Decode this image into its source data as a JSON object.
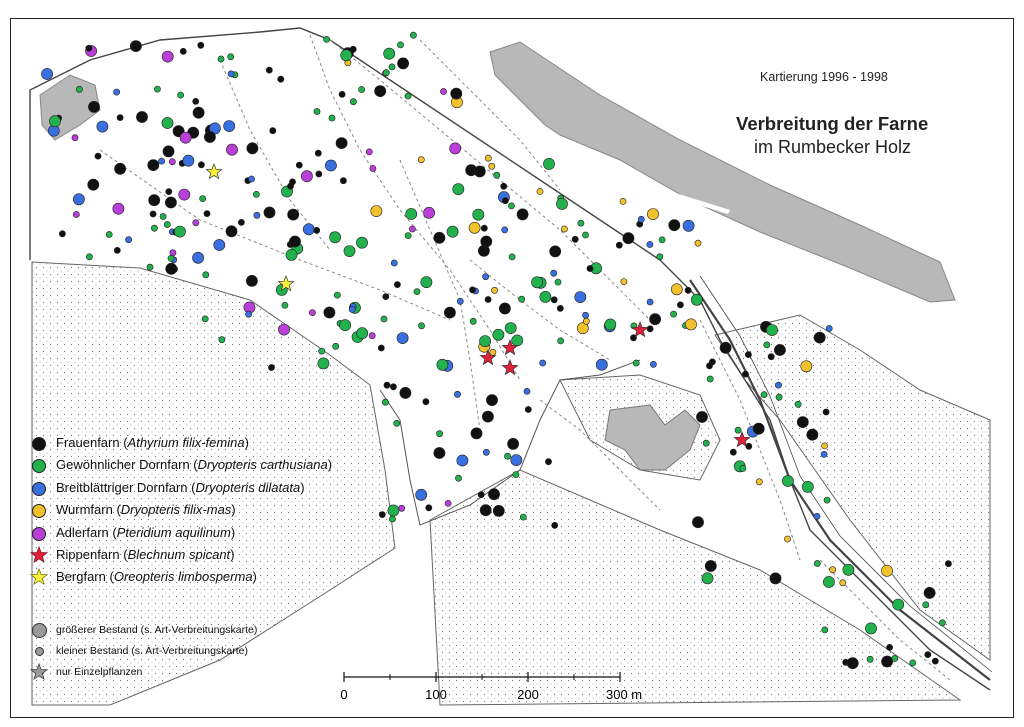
{
  "map": {
    "survey_period": "Kartierung 1996 - 1998",
    "title": "Verbreitung der Farne",
    "subtitle": "im Rumbecker Holz"
  },
  "legend": [
    {
      "name": "Frauenfarn",
      "latin": "Athyrium filix-femina",
      "color": "#111111",
      "marker": "dot"
    },
    {
      "name": "Gewöhnlicher Dornfarn",
      "latin": "Dryopteris carthusiana",
      "color": "#22b14c",
      "marker": "dot"
    },
    {
      "name": "Breitblättriger Dornfarn",
      "latin": "Dryopteris dilatata",
      "color": "#3a6fe0",
      "marker": "dot"
    },
    {
      "name": "Wurmfarn",
      "latin": "Dryopteris filix-mas",
      "color": "#f2c12e",
      "marker": "dot"
    },
    {
      "name": "Adlerfarn",
      "latin": "Pteridium aquilinum",
      "color": "#b93fd8",
      "marker": "dot"
    },
    {
      "name": "Rippenfarn",
      "latin": "Blechnum spicant",
      "color": "#e0213a",
      "marker": "star"
    },
    {
      "name": "Bergfarn",
      "latin": "Oreopteris limbosperma",
      "color": "#f5f03a",
      "marker": "star"
    }
  ],
  "size_legend": [
    {
      "label": "größerer Bestand (s. Art-Verbreitungskarte)",
      "symbol": "large-dot"
    },
    {
      "label": "kleiner Bestand (s. Art-Verbreitungskarte)",
      "symbol": "small-dot"
    },
    {
      "label": "nur Einzelpflanzen",
      "symbol": "star"
    }
  ],
  "scale_bar": {
    "ticks": [
      "0",
      "100",
      "200",
      "300 m"
    ]
  }
}
